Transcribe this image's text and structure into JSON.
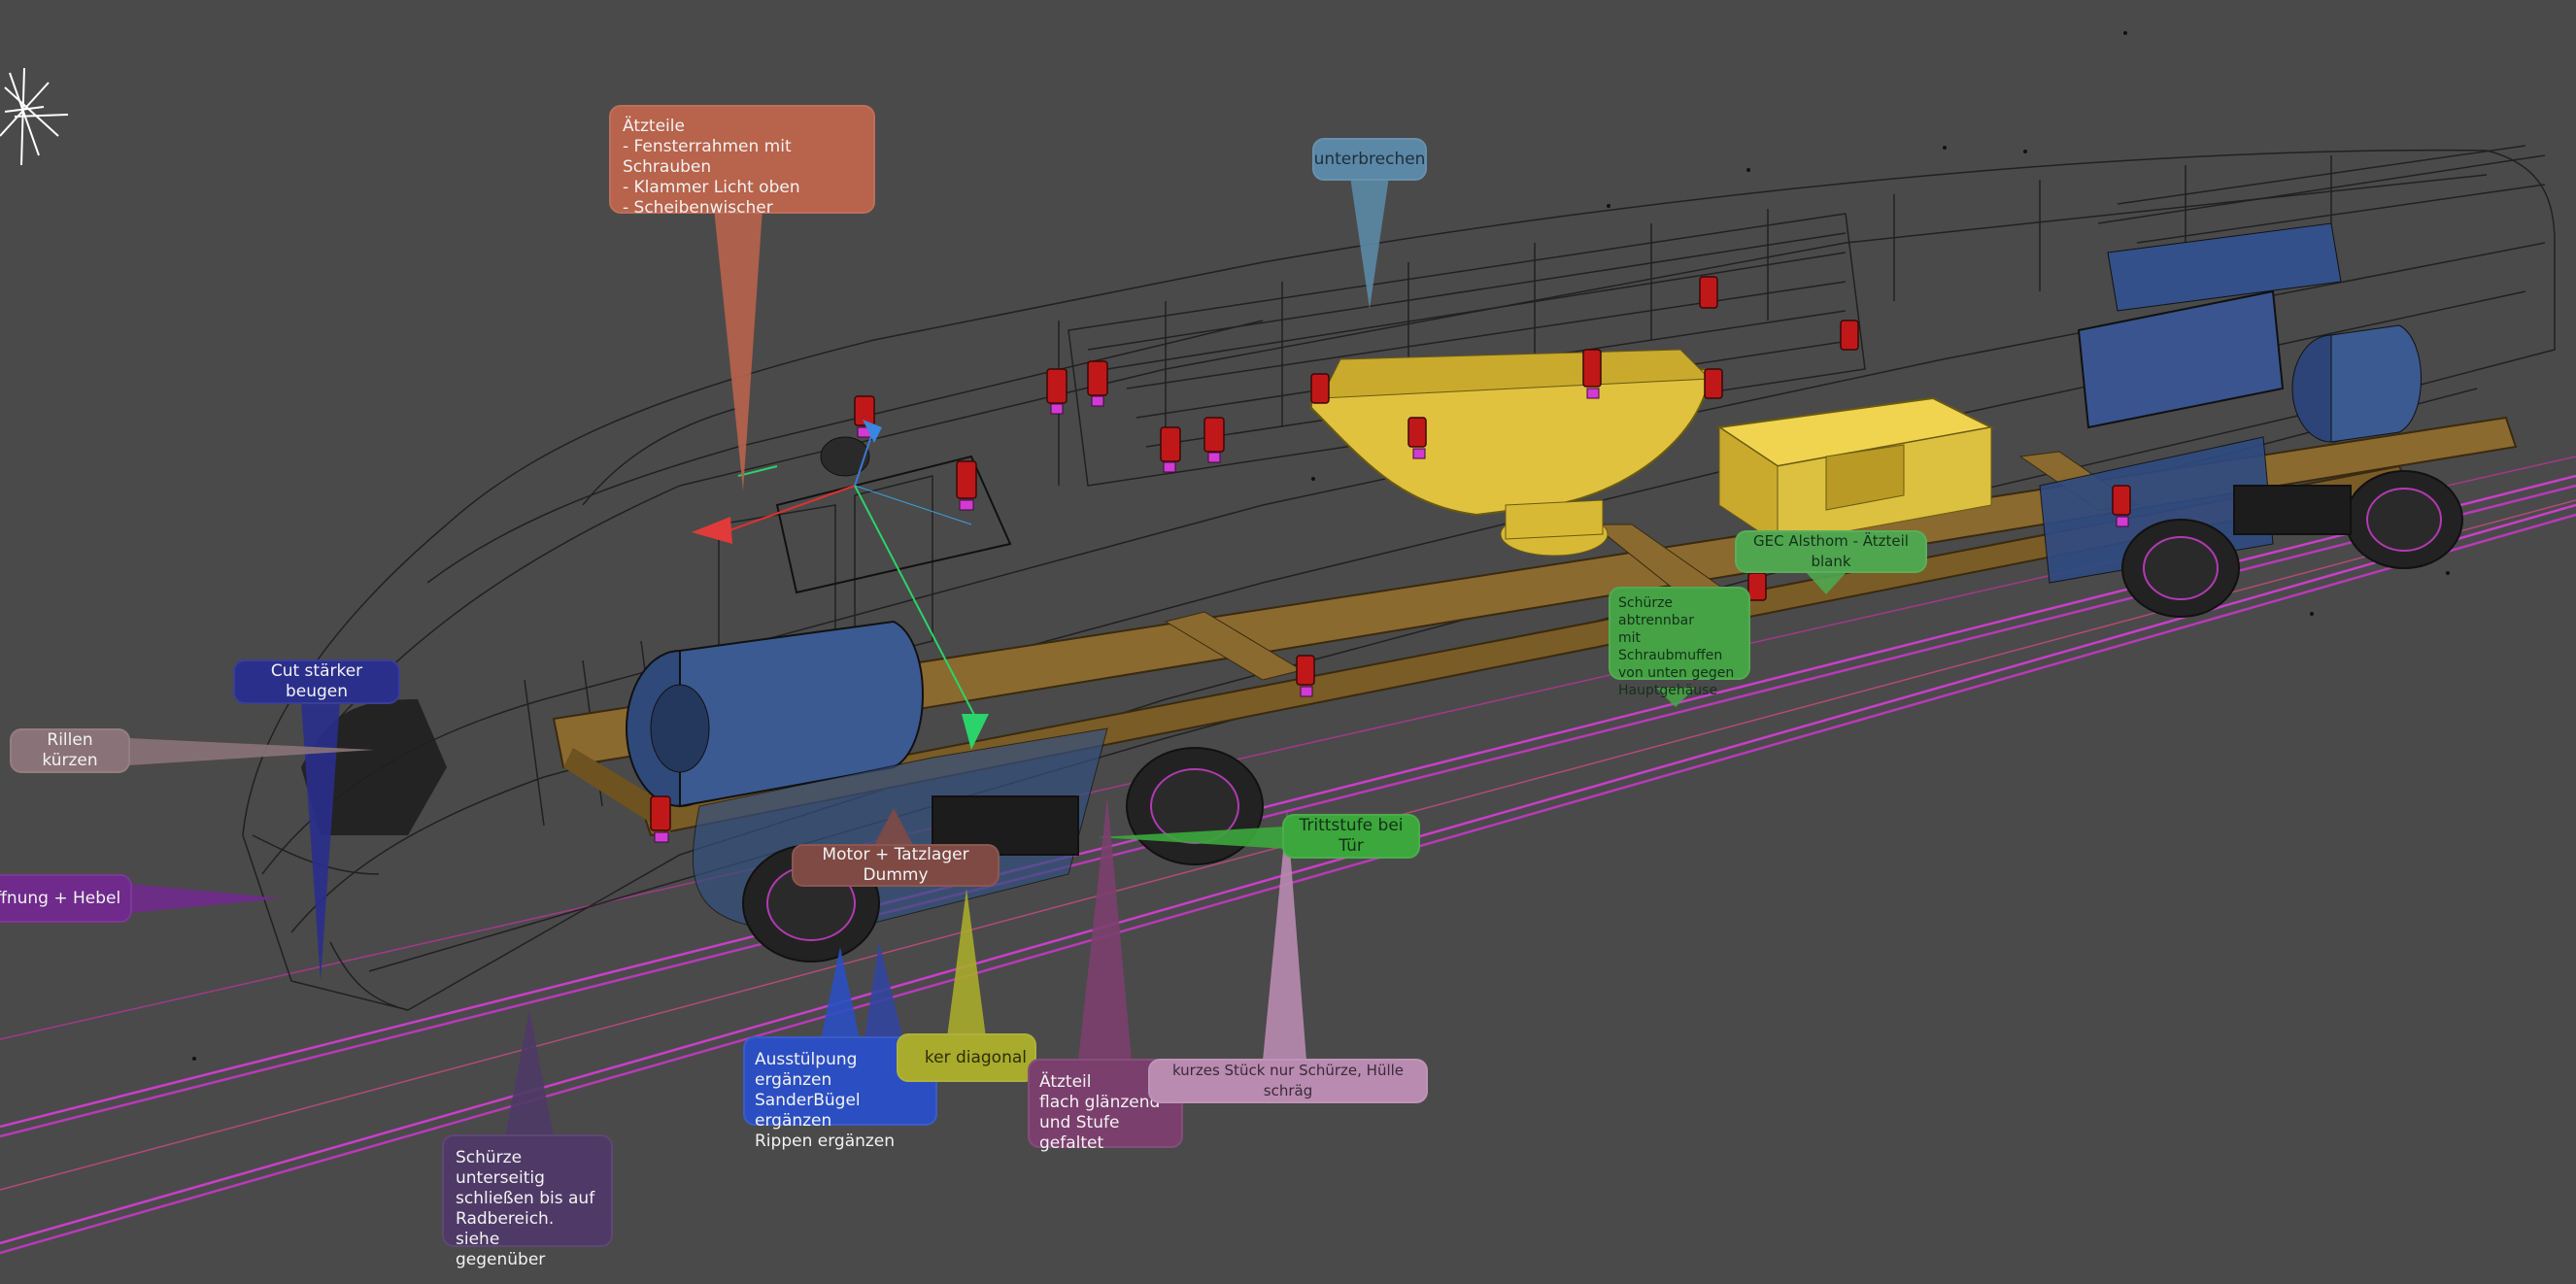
{
  "viewport": {
    "background": "#4a4a4a",
    "subject": "locomotive wireframe model with colored annotation callouts",
    "light_icon": "light-source-icon"
  },
  "annotations": [
    {
      "id": "aetzteile",
      "text": "Ätzteile\n- Fensterrahmen mit Schrauben\n- Klammer Licht oben\n- Scheibenwischer",
      "color": "#b8634b"
    },
    {
      "id": "unterbrechen",
      "text": "unterbrechen",
      "color": "#5b88a6"
    },
    {
      "id": "cut",
      "text": "Cut stärker beugen",
      "color": "#2a2f8c"
    },
    {
      "id": "rillen",
      "text": "Rillen kürzen",
      "color": "#8a7378"
    },
    {
      "id": "oeffnung",
      "text": "Öffnung + Hebel",
      "color": "#6f2a8c"
    },
    {
      "id": "motor",
      "text": "Motor + Tatzlager Dummy",
      "color": "#7f4a44"
    },
    {
      "id": "trittstufe",
      "text": "Trittstufe bei Tür",
      "color": "#3ca73c"
    },
    {
      "id": "gec",
      "text": "GEC Alsthom - Ätzteil blank",
      "color": "#4fa64f"
    },
    {
      "id": "schuerze_abtrennbar",
      "text": "Schürze abtrennbar\nmit Schraubmuffen\nvon unten gegen\nHauptgehäuse",
      "color": "#45a345"
    },
    {
      "id": "ausstuelpung",
      "text": "Ausstülpung ergänzen\nSanderBügel ergänzen\nRippen ergänzen",
      "color": "#2b4fc2"
    },
    {
      "id": "diagonal",
      "text": "ker diagonal",
      "color": "#a8ab2c"
    },
    {
      "id": "aetzteil_flach",
      "text": "Ätzteil\nflach glänzend\nund Stufe gefaltet",
      "color": "#7b3f6e"
    },
    {
      "id": "kurzes_stueck",
      "text": "kurzes Stück nur Schürze, Hülle schräg",
      "color": "#b98bb0"
    },
    {
      "id": "schuerze_unterseitig",
      "text": "Schürze unterseitig\nschließen bis auf\nRadbereich. siehe\ngegenüber",
      "color": "#4f3a67"
    }
  ]
}
